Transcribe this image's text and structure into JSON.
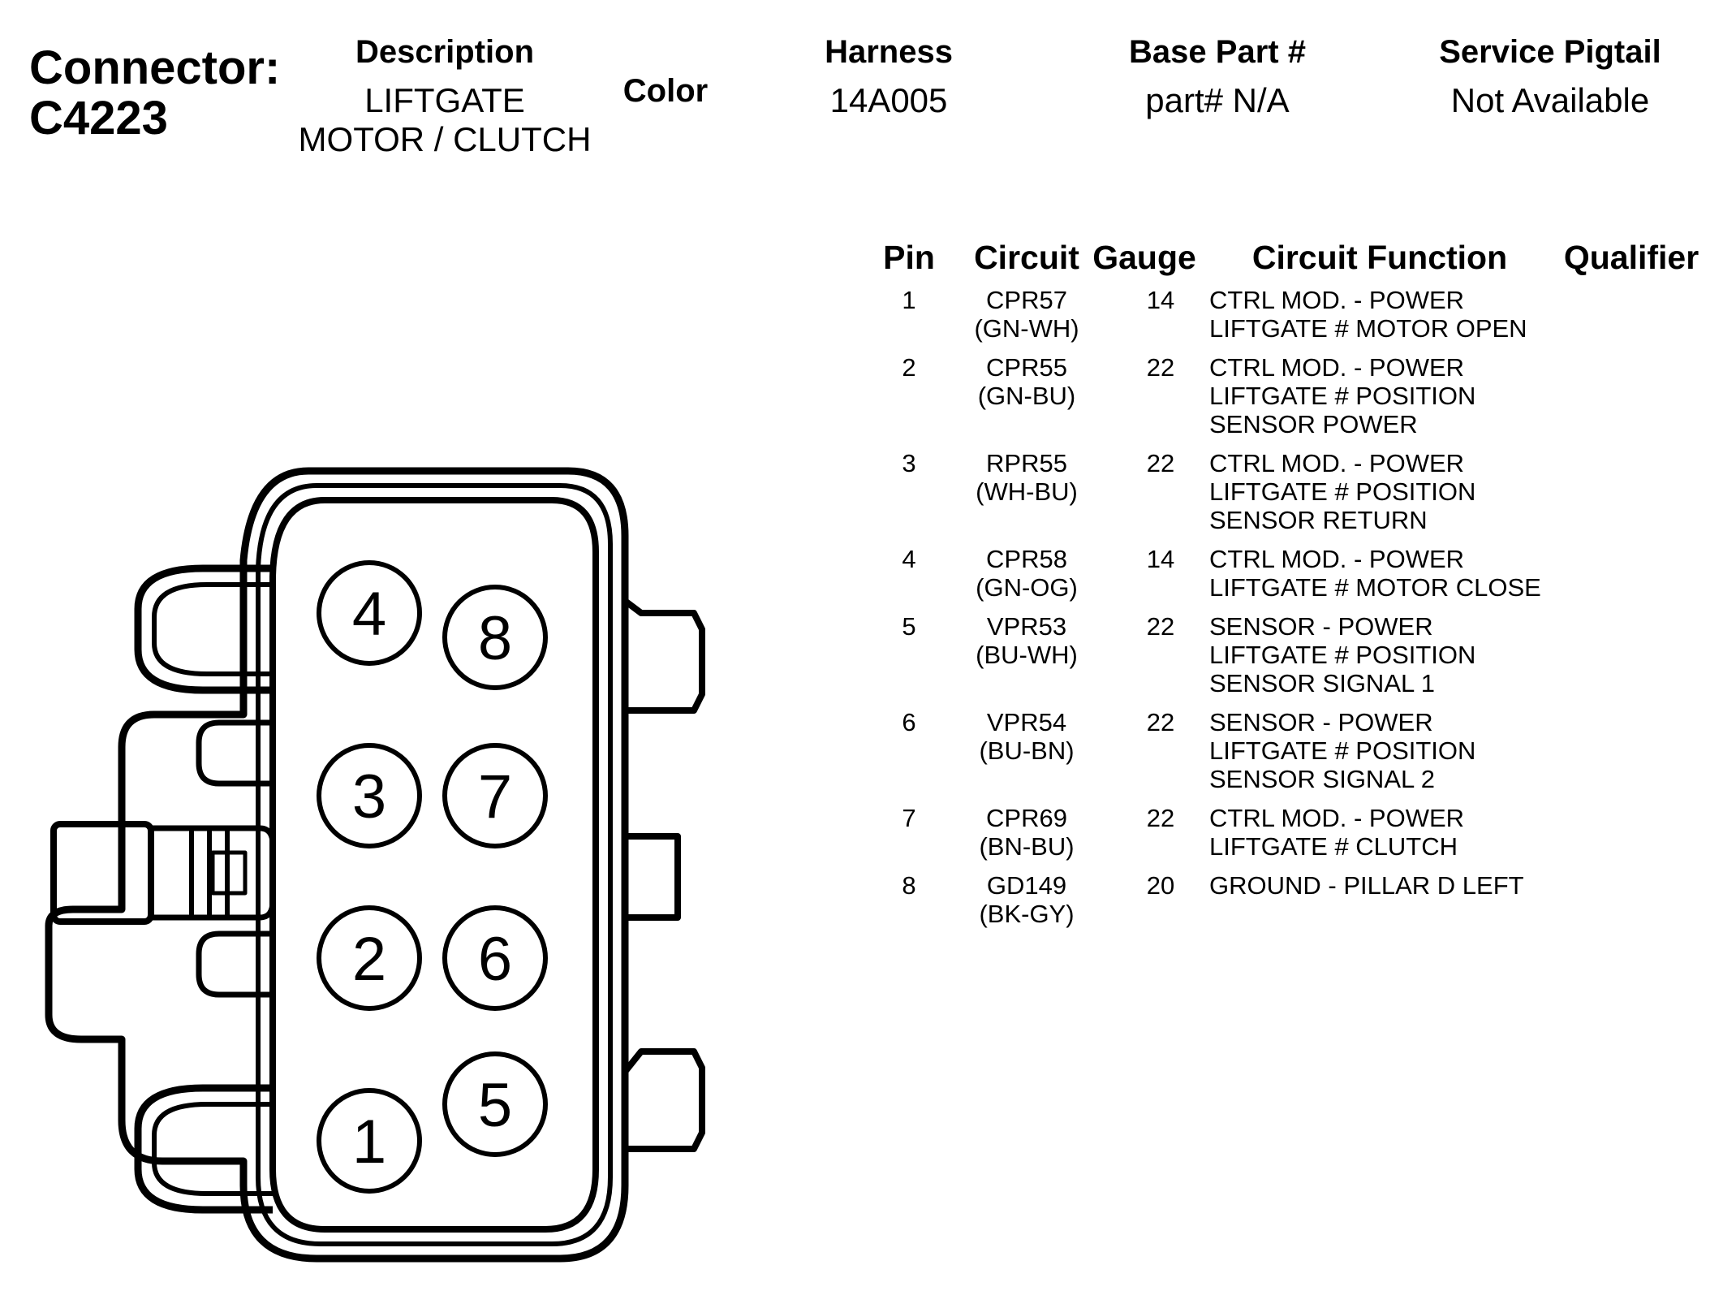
{
  "header": {
    "connector_label": "Connector:",
    "connector_id": "C4223",
    "description_label": "Description",
    "description_line1": "LIFTGATE",
    "description_line2": "MOTOR / CLUTCH",
    "color_label": "Color",
    "harness_label": "Harness",
    "harness_value": "14A005",
    "base_part_label": "Base Part #",
    "base_part_value": "part# N/A",
    "pigtail_label": "Service Pigtail",
    "pigtail_value": "Not Available"
  },
  "table": {
    "columns": [
      "Pin",
      "Circuit",
      "Gauge",
      "Circuit Function",
      "Qualifier"
    ],
    "rows": [
      {
        "pin": "1",
        "circuit": "CPR57",
        "color": "(GN-WH)",
        "gauge": "14",
        "func": [
          "CTRL MOD. - POWER",
          "LIFTGATE # MOTOR OPEN"
        ]
      },
      {
        "pin": "2",
        "circuit": "CPR55",
        "color": "(GN-BU)",
        "gauge": "22",
        "func": [
          "CTRL MOD. - POWER",
          "LIFTGATE # POSITION",
          "SENSOR POWER"
        ]
      },
      {
        "pin": "3",
        "circuit": "RPR55",
        "color": "(WH-BU)",
        "gauge": "22",
        "func": [
          "CTRL MOD. - POWER",
          "LIFTGATE # POSITION",
          "SENSOR RETURN"
        ]
      },
      {
        "pin": "4",
        "circuit": "CPR58",
        "color": "(GN-OG)",
        "gauge": "14",
        "func": [
          "CTRL MOD. - POWER",
          "LIFTGATE # MOTOR CLOSE"
        ]
      },
      {
        "pin": "5",
        "circuit": "VPR53",
        "color": "(BU-WH)",
        "gauge": "22",
        "func": [
          "SENSOR - POWER",
          "LIFTGATE # POSITION",
          "SENSOR SIGNAL 1"
        ]
      },
      {
        "pin": "6",
        "circuit": "VPR54",
        "color": "(BU-BN)",
        "gauge": "22",
        "func": [
          "SENSOR - POWER",
          "LIFTGATE # POSITION",
          "SENSOR SIGNAL 2"
        ]
      },
      {
        "pin": "7",
        "circuit": "CPR69",
        "color": "(BN-BU)",
        "gauge": "22",
        "func": [
          "CTRL MOD. - POWER",
          "LIFTGATE # CLUTCH"
        ]
      },
      {
        "pin": "8",
        "circuit": "GD149",
        "color": "(BK-GY)",
        "gauge": "20",
        "func": [
          "GROUND - PILLAR D LEFT"
        ]
      }
    ]
  },
  "connector_pins": [
    "1",
    "2",
    "3",
    "4",
    "5",
    "6",
    "7",
    "8"
  ]
}
